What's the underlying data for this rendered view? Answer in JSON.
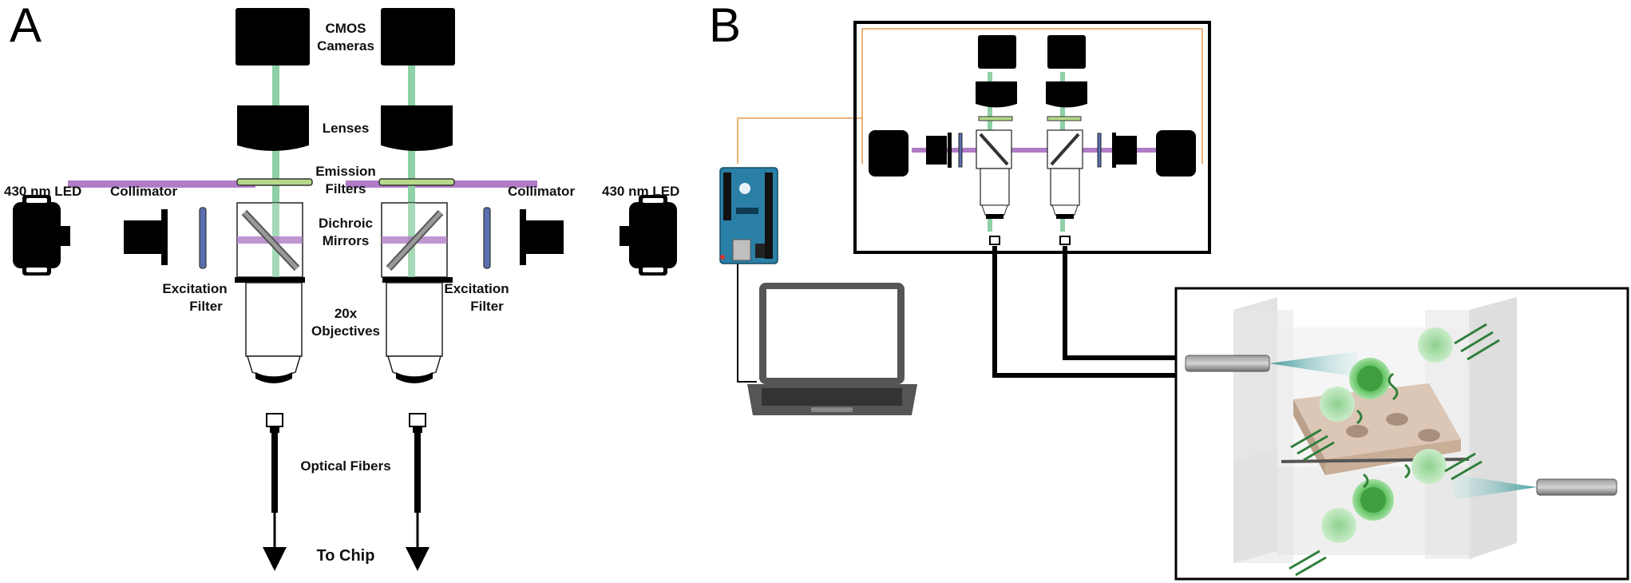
{
  "panels": {
    "a": "A",
    "b": "B"
  },
  "labels": {
    "cameras_line1": "CMOS",
    "cameras_line2": "Cameras",
    "lenses": "Lenses",
    "emission_line1": "Emission",
    "emission_line2": "Filters",
    "led_left": "430 nm LED",
    "led_right": "430 nm LED",
    "collimator_left": "Collimator",
    "collimator_right": "Collimator",
    "dichroic_line1": "Dichroic",
    "dichroic_line2": "Mirrors",
    "excitation_left_line1": "Excitation",
    "excitation_left_line2": "Filter",
    "excitation_right_line1": "Excitation",
    "excitation_right_line2": "Filter",
    "objectives_line1": "20x",
    "objectives_line2": "Objectives",
    "fibers": "Optical Fibers",
    "to_chip": "To Chip"
  },
  "colors": {
    "excitation_beam": "#b07cc6",
    "emission_beam": "#8fd0a6",
    "emission_filter": "#b5d98a",
    "excitation_filter": "#5a6fb0",
    "usb_cable": "#f0b27a",
    "arduino": "#2a7fa6",
    "cell_green": "#5fbf5f",
    "cell_tissue": "#d9c2b0"
  }
}
